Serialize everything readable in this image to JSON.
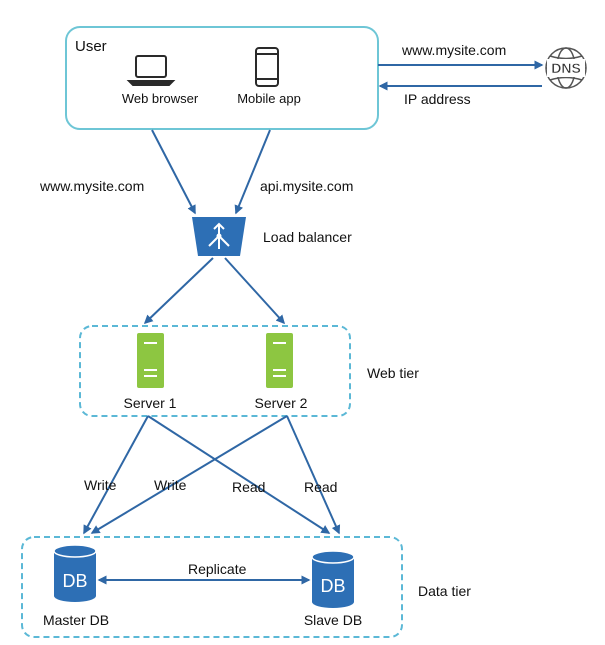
{
  "user": {
    "title": "User",
    "web_browser_label": "Web browser",
    "mobile_app_label": "Mobile app"
  },
  "dns": {
    "icon_text": "DNS",
    "request_label": "www.mysite.com",
    "response_label": "IP address"
  },
  "routes": {
    "web_domain": "www.mysite.com",
    "api_domain": "api.mysite.com"
  },
  "load_balancer": {
    "label": "Load balancer"
  },
  "web_tier": {
    "label": "Web tier",
    "servers": [
      {
        "label": "Server 1"
      },
      {
        "label": "Server 2"
      }
    ]
  },
  "connections": {
    "write_1": "Write",
    "write_2": "Write",
    "read_1": "Read",
    "read_2": "Read",
    "replicate": "Replicate"
  },
  "data_tier": {
    "label": "Data tier",
    "db_icon_text": "DB",
    "master_label": "Master DB",
    "slave_label": "Slave DB"
  },
  "colors": {
    "arrow": "#2f67a5",
    "box_border": "#6ec6d6",
    "dashed_border": "#5bb8d6",
    "server_green": "#8dc641",
    "db_blue": "#2d6fb5",
    "lb_blue": "#2d6fb5",
    "icon_dark": "#2a2a2a"
  }
}
